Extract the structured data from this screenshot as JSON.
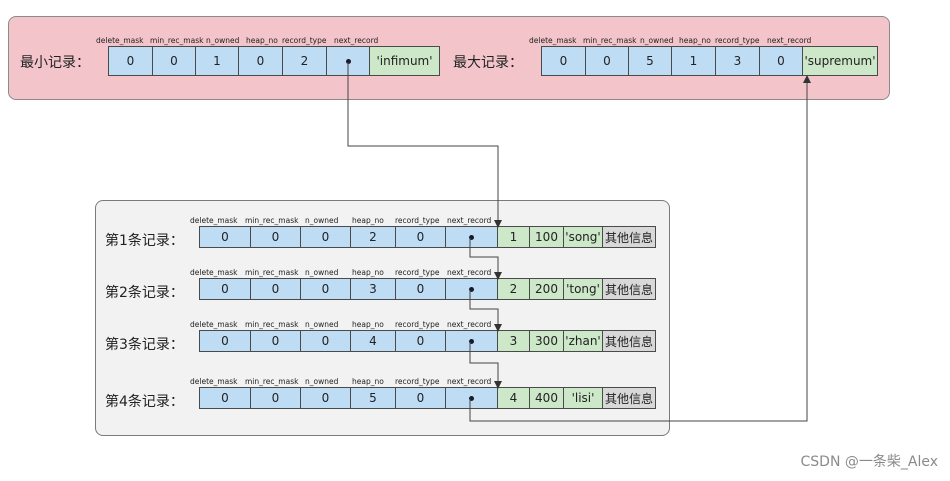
{
  "field_headers": [
    "delete_mask",
    "min_rec_mask",
    "n_owned",
    "heap_no",
    "record_type",
    "next_record"
  ],
  "infimum": {
    "label": "最小记录：",
    "values": [
      "0",
      "0",
      "1",
      "0",
      "2"
    ],
    "name": "'infimum'"
  },
  "supremum": {
    "label": "最大记录：",
    "values": [
      "0",
      "0",
      "5",
      "1",
      "3",
      "0"
    ],
    "name": "'supremum'"
  },
  "records": [
    {
      "label": "第1条记录：",
      "values": [
        "0",
        "0",
        "0",
        "2",
        "0"
      ],
      "cols": [
        "1",
        "100",
        "'song'",
        "其他信息"
      ]
    },
    {
      "label": "第2条记录：",
      "values": [
        "0",
        "0",
        "0",
        "3",
        "0"
      ],
      "cols": [
        "2",
        "200",
        "'tong'",
        "其他信息"
      ]
    },
    {
      "label": "第3条记录：",
      "values": [
        "0",
        "0",
        "0",
        "4",
        "0"
      ],
      "cols": [
        "3",
        "300",
        "'zhan'",
        "其他信息"
      ]
    },
    {
      "label": "第4条记录：",
      "values": [
        "0",
        "0",
        "0",
        "5",
        "0"
      ],
      "cols": [
        "4",
        "400",
        "'lisi'",
        "其他信息"
      ]
    }
  ],
  "watermark": "CSDN @一条柴_Alex",
  "colors": {
    "top_panel": "#f3c5cb",
    "bottom_panel": "#f2f2f2",
    "header_cell": "#bfdcf5",
    "data_cell": "#cde8c9",
    "other_info_cell": "#d8d8d8"
  }
}
